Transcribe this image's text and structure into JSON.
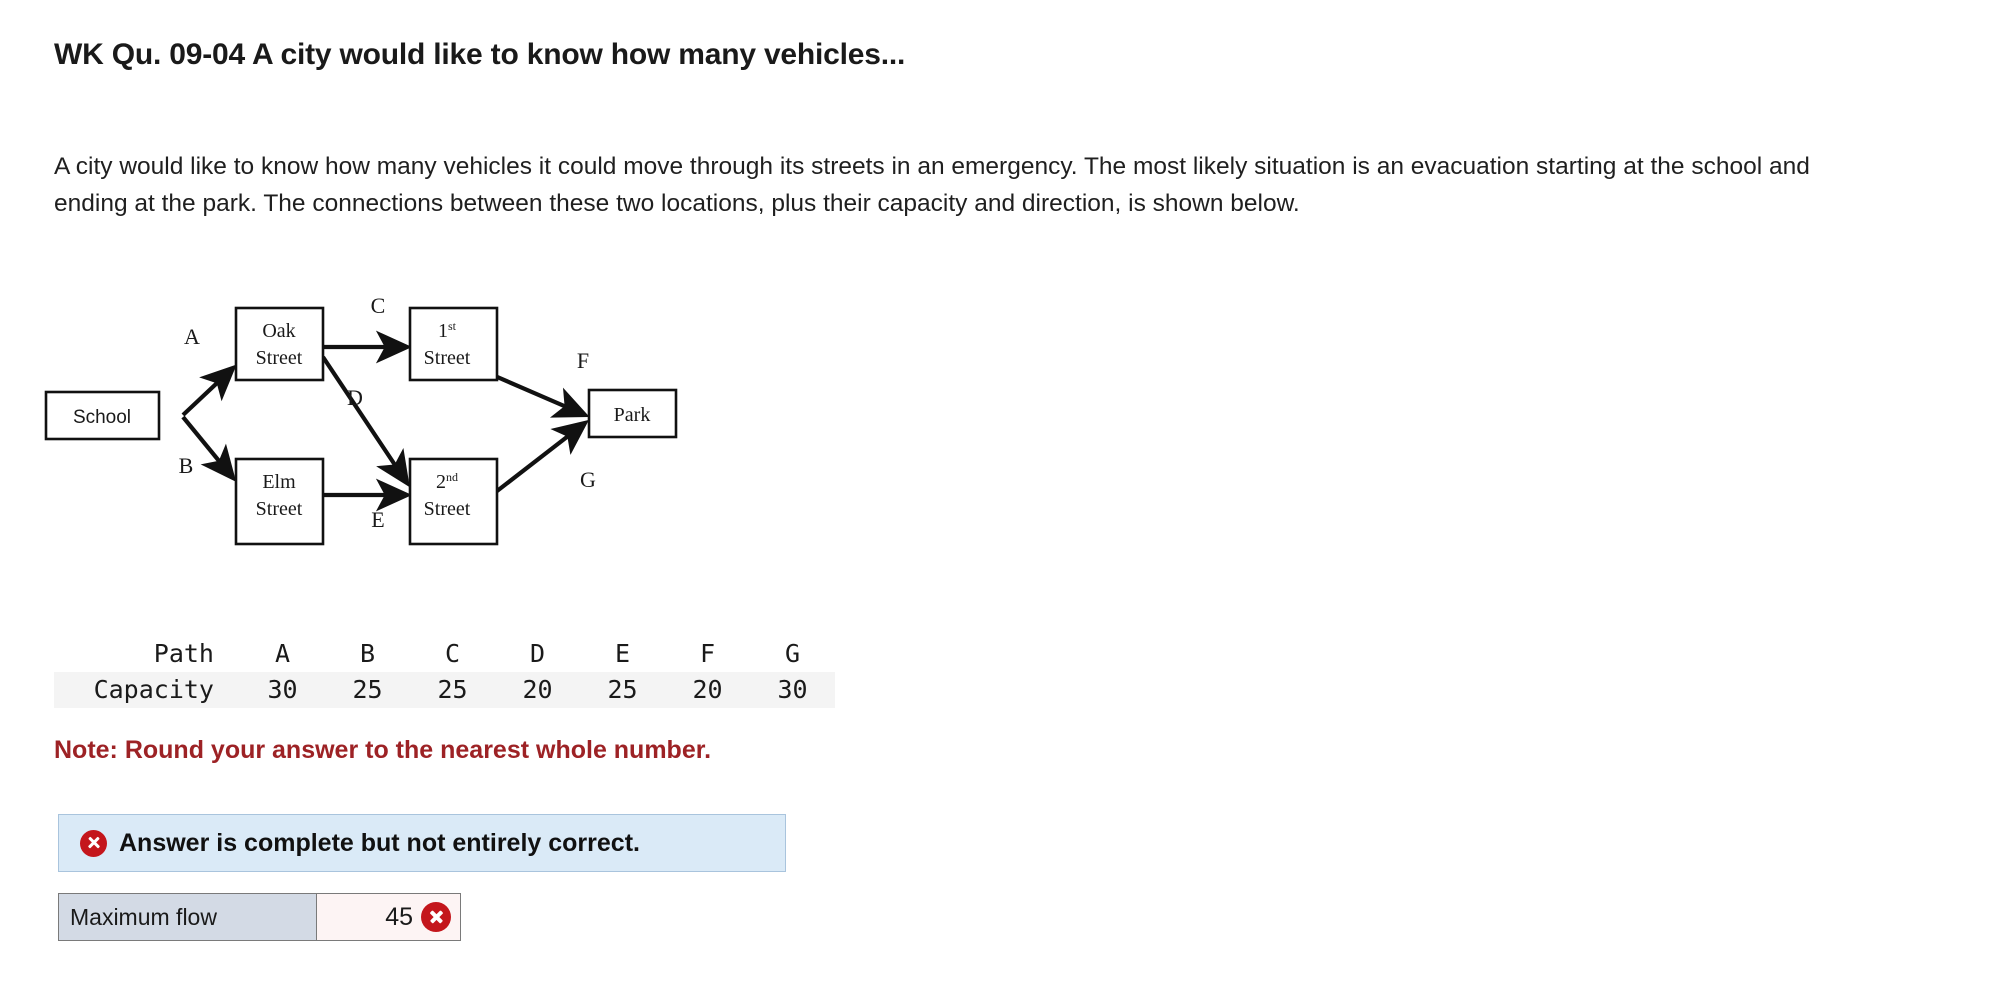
{
  "question": {
    "title": "WK Qu. 09-04 A city would like to know how many vehicles...",
    "body": "A city would like to know how many vehicles it could move through its streets in an emergency. The most likely situation is an evacuation starting at the school and ending at the park. The connections between these two locations, plus their capacity and direction, is shown below.",
    "note": "Note: Round your answer to the nearest whole number."
  },
  "diagram": {
    "nodes": {
      "school": "School",
      "oak": {
        "line1": "Oak",
        "line2": "Street"
      },
      "elm": {
        "line1": "Elm",
        "line2": "Street"
      },
      "first": {
        "num": "1",
        "sup": "st",
        "line2": "Street"
      },
      "second": {
        "num": "2",
        "sup": "nd",
        "line2": "Street"
      },
      "park": "Park"
    },
    "edge_labels": {
      "a": "A",
      "b": "B",
      "c": "C",
      "d": "D",
      "e": "E",
      "f": "F",
      "g": "G"
    },
    "edges": [
      {
        "id": "A",
        "from": "School",
        "to": "Oak Street"
      },
      {
        "id": "B",
        "from": "School",
        "to": "Elm Street"
      },
      {
        "id": "C",
        "from": "Oak Street",
        "to": "1st Street"
      },
      {
        "id": "D",
        "from": "Oak Street",
        "to": "2nd Street"
      },
      {
        "id": "E",
        "from": "Elm Street",
        "to": "2nd Street"
      },
      {
        "id": "F",
        "from": "1st Street",
        "to": "Park"
      },
      {
        "id": "G",
        "from": "2nd Street",
        "to": "Park"
      }
    ]
  },
  "capacity_table": {
    "row_headers": {
      "path": "Path",
      "capacity": "Capacity"
    },
    "paths": [
      "A",
      "B",
      "C",
      "D",
      "E",
      "F",
      "G"
    ],
    "capacities": [
      "30",
      "25",
      "25",
      "20",
      "25",
      "20",
      "30"
    ]
  },
  "feedback": {
    "banner_text": "Answer is complete but not entirely correct.",
    "banner_icon": "circle-x-icon",
    "banner_bg": "#daeaf7",
    "icon_color": "#c4161c"
  },
  "answer": {
    "label": "Maximum flow",
    "value": "45",
    "status_icon": "circle-x-icon"
  }
}
